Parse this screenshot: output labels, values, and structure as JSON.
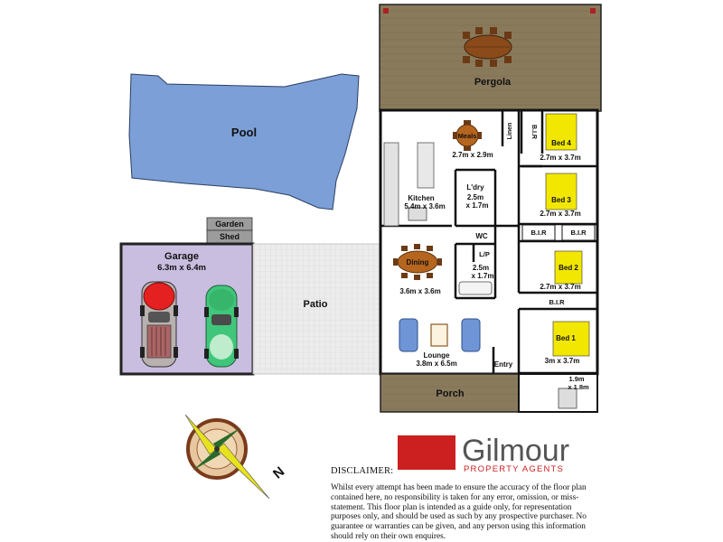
{
  "areas": {
    "pool": "Pool",
    "pergola": "Pergola",
    "patio": "Patio",
    "porch": "Porch",
    "garden": "Garden",
    "shed": "Shed",
    "garage": "Garage",
    "garage_dim": "6.3m x 6.4m",
    "entry": "Entry"
  },
  "rooms": {
    "meals": "Meals",
    "meals_dim": "2.7m x 2.9m",
    "kitchen": "Kitchen",
    "kitchen_dim": "5.4m x 3.6m",
    "laundry": "L'dry",
    "laundry_dim1": "2.5m",
    "laundry_dim2": "x 1.7m",
    "linen": "Linen",
    "bir": "B.I.R",
    "bed4": "Bed 4",
    "bed4_dim": "2.7m x 3.7m",
    "bed3": "Bed 3",
    "bed3_dim": "2.7m x 3.7m",
    "bed2": "Bed 2",
    "bed2_dim": "2.7m x 3.7m",
    "bed1": "Bed 1",
    "bed1_dim": "3m x 3.7m",
    "wc": "WC",
    "lp": "L/P",
    "bath_dim1": "2.5m",
    "bath_dim2": "x 1.7m",
    "dining": "Dining",
    "dining_dim": "3.6m x 3.6m",
    "lounge": "Lounge",
    "lounge_dim": "3.8m x 6.5m",
    "ensuite_dim1": "1.9m",
    "ensuite_dim2": "x 1.8m"
  },
  "compass": {
    "north": "N"
  },
  "brand": {
    "name": "Gilmour",
    "tagline": "PROPERTY AGENTS",
    "color": "#cc1f1f"
  },
  "disclaimer": {
    "title": "DISCLAIMER:",
    "text": "Whilst every attempt has been made to ensure the accuracy of the floor plan contained here, no responsibility is taken for any error, omission, or miss-statement. This floor plan is intended as a guide only, for representation purposes only, and should be used as such by any prospective purchaser. No guarantee or warranties can be given, and any person using this information should rely on their own enquires."
  },
  "colors": {
    "pool": "#7b9fd6",
    "deck": "#8a7a5c",
    "bedroom_fill": "#f2e700",
    "garage": "#c9bde0",
    "wall": "#111111"
  }
}
